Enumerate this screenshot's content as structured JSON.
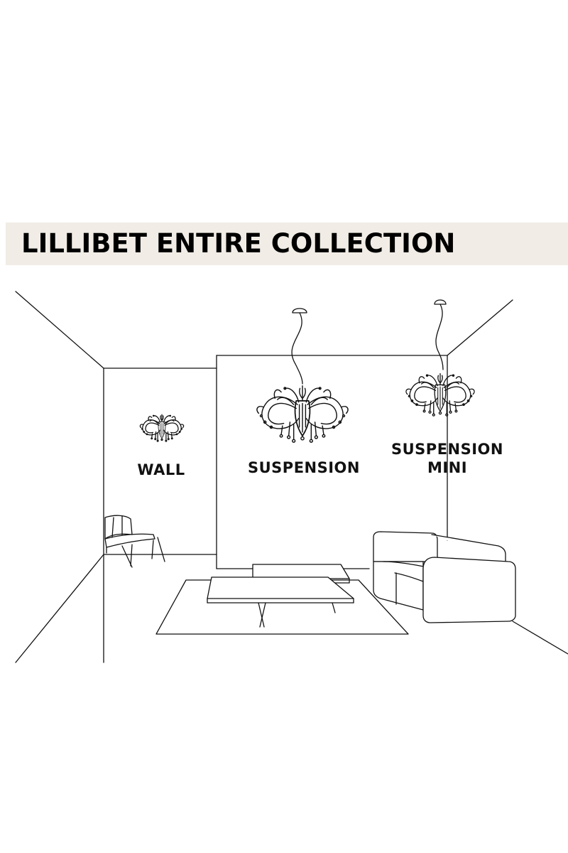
{
  "title": "LILLIBET ENTIRE COLLECTION",
  "fixtures": {
    "wall": {
      "label": "WALL"
    },
    "suspension": {
      "label": "SUSPENSION"
    },
    "suspension_mini": {
      "line1": "SUSPENSION",
      "line2": "MINI"
    }
  },
  "colors": {
    "title_band": "#f1ede6",
    "ink": "#111111",
    "background": "#ffffff"
  }
}
